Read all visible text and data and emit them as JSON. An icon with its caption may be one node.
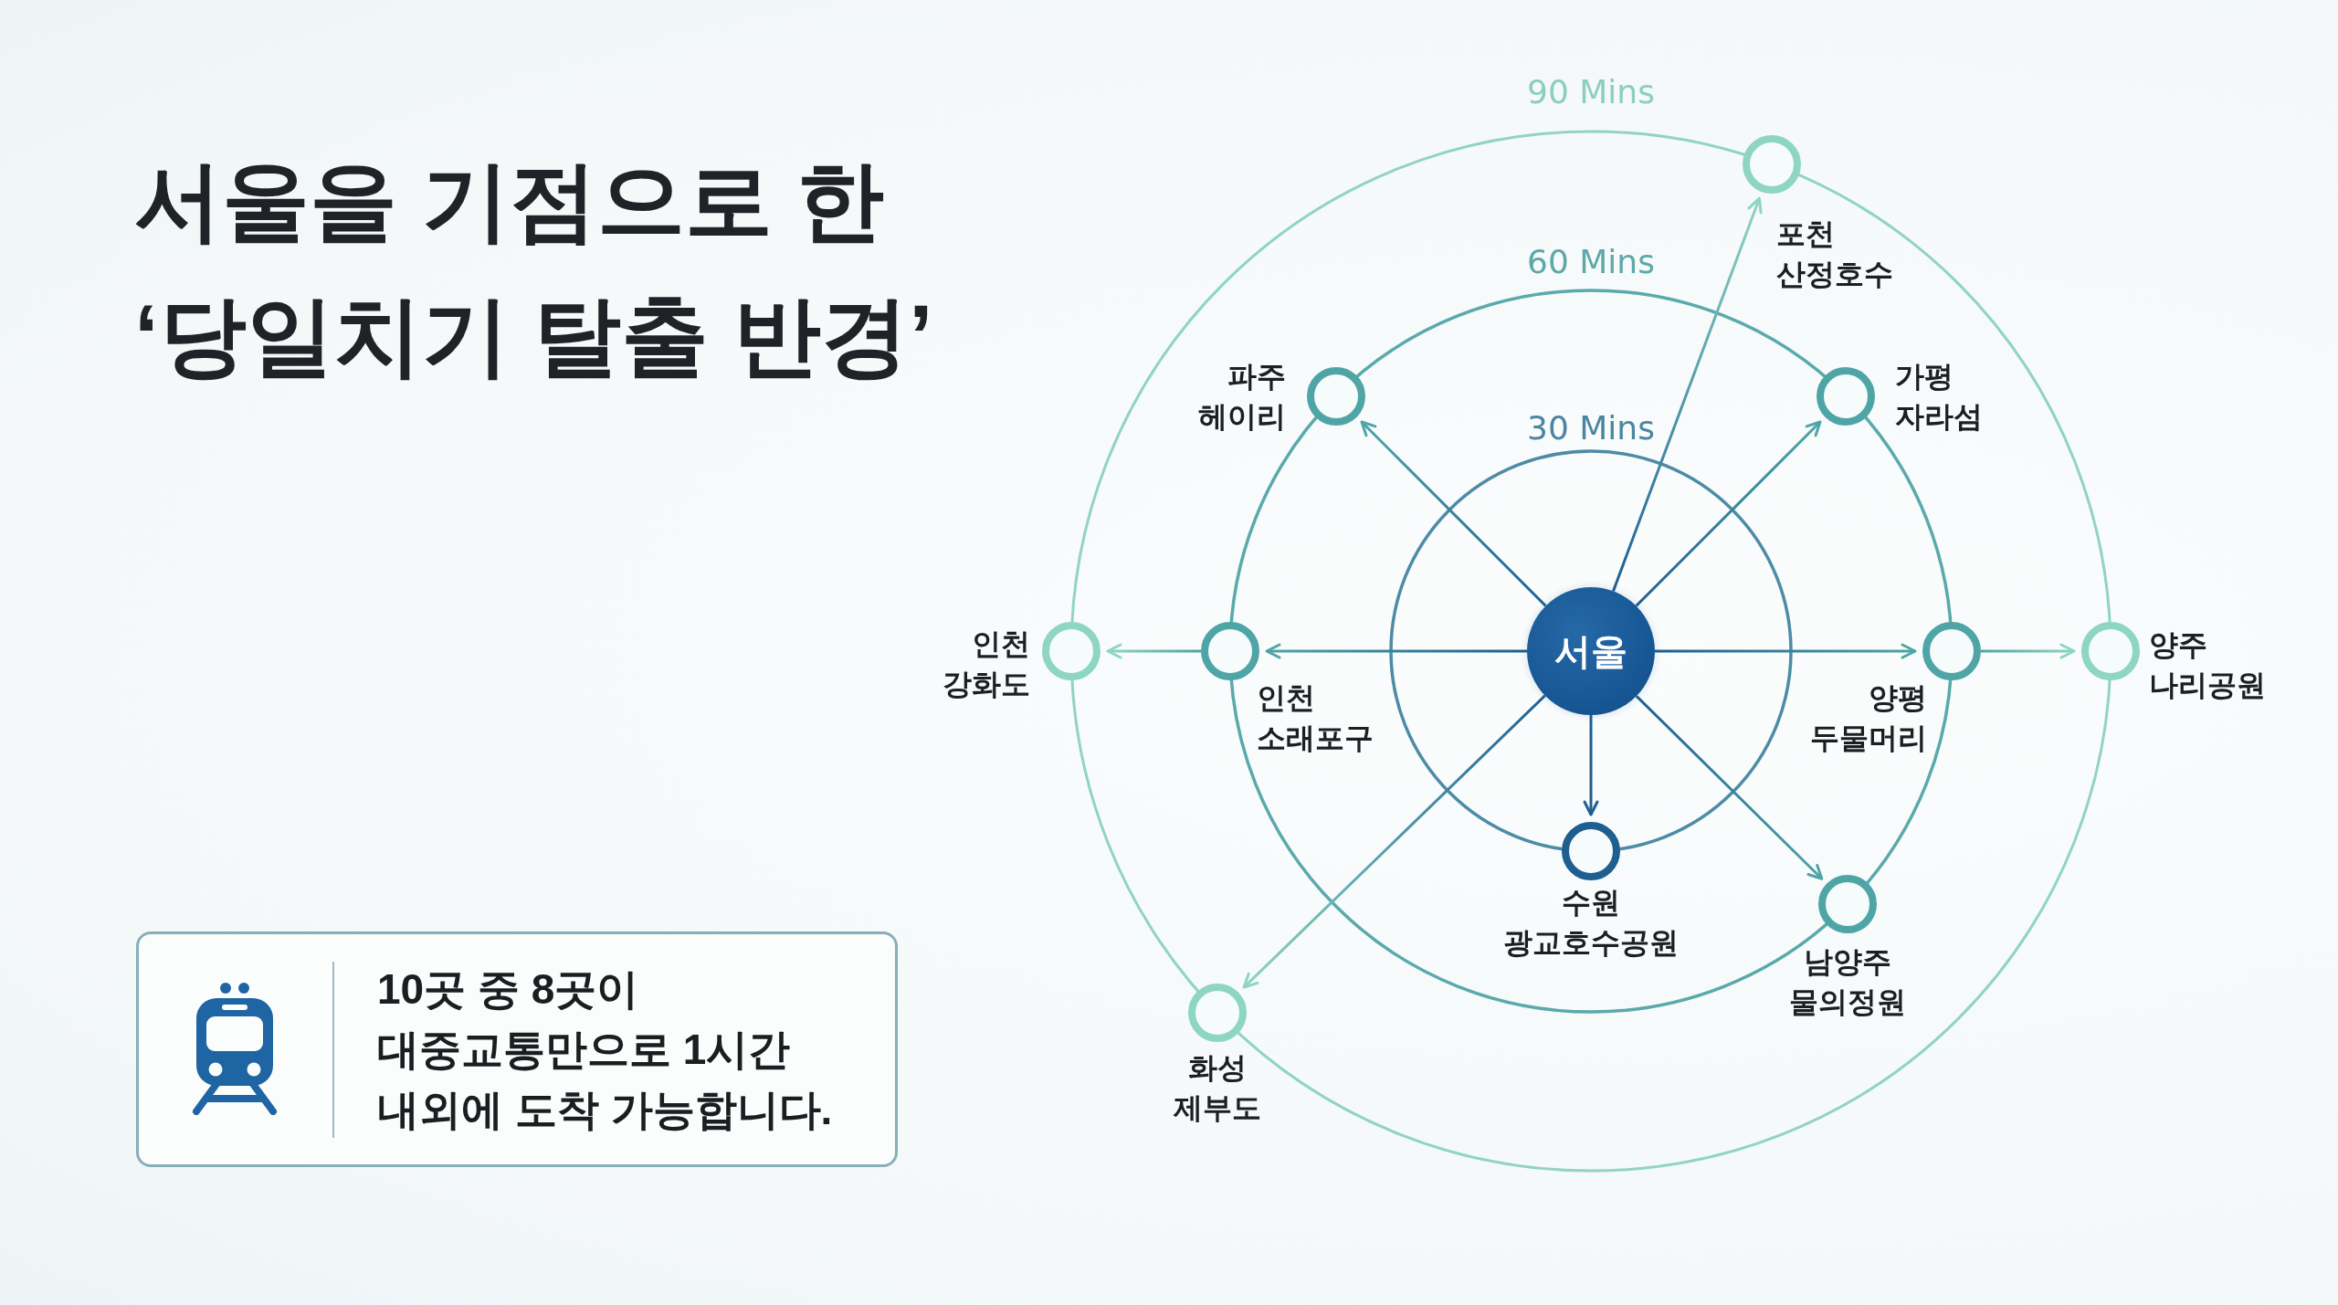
{
  "diagram": {
    "title": "서울을 기점으로 한 ‘당일치기 탈출 반경’",
    "nodes": [
      {
        "text": [],
        "shape": "circle",
        "beside": [
          "포천 산정호수"
        ]
      },
      {
        "text": [],
        "shape": "circle",
        "beside": [
          "파주 헤이리"
        ]
      },
      {
        "text": [],
        "shape": "circle",
        "beside": [
          "가평 자라섬"
        ]
      },
      {
        "text": [],
        "shape": "circle",
        "beside": [
          "인천 강화도"
        ]
      },
      {
        "text": [],
        "shape": "circle",
        "beside": [
          "인천 소래포구"
        ]
      },
      {
        "text": [
          "서울"
        ]
      },
      {
        "text": [],
        "shape": "circle",
        "beside": [
          "양평 두물머리"
        ]
      },
      {
        "text": [],
        "shape": "circle",
        "beside": [
          "양주 나리공원"
        ]
      },
      {
        "text": [],
        "shape": "circle",
        "beside": [
          "수원 광교호수공원"
        ]
      },
      {
        "text": [],
        "shape": "circle",
        "beside": [
          "남양주 물의정원"
        ]
      },
      {
        "text": [],
        "shape": "circle",
        "beside": [
          "화성 제부도"
        ]
      },
      {
        "text": [
          "10곳 중 8곳이 대중교통만으로 1시간 내외에 도착 가능합니다."
        ]
      }
    ],
    "edges": [
      {
        "from": 5,
        "to": 0,
        "arrow": "to"
      },
      {
        "from": 5,
        "to": 1,
        "arrow": "to"
      },
      {
        "from": 5,
        "to": 2,
        "arrow": "to"
      },
      {
        "from": 5,
        "to": 4,
        "arrow": "to"
      },
      {
        "from": 4,
        "to": 3,
        "arrow": "to"
      },
      {
        "from": 5,
        "to": 6,
        "arrow": "to"
      },
      {
        "from": 6,
        "to": 7,
        "arrow": "to"
      },
      {
        "from": 5,
        "to": 8,
        "arrow": "to"
      },
      {
        "from": 5,
        "to": 9,
        "arrow": "to"
      },
      {
        "from": 5,
        "to": 10,
        "arrow": "to"
      }
    ],
    "labels": [
      "90 Mins",
      "60 Mins",
      "30 Mins"
    ]
  }
}
